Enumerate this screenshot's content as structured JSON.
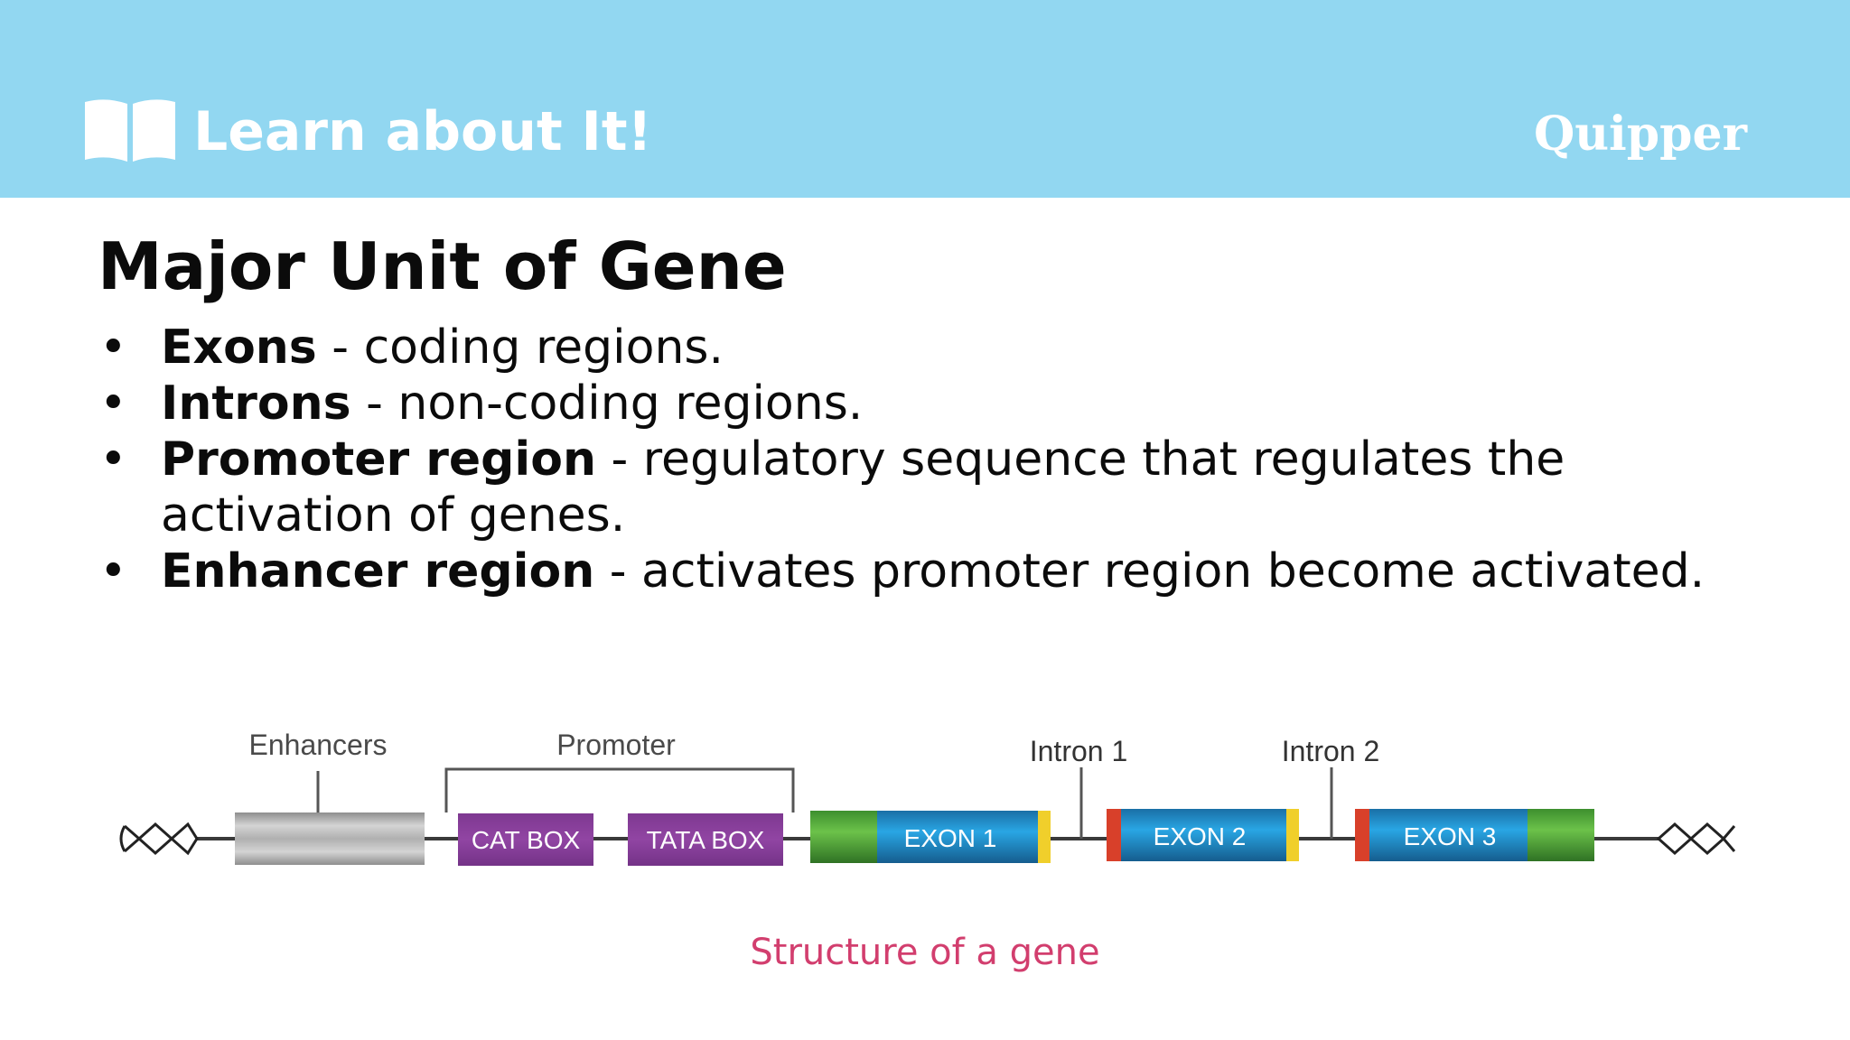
{
  "header": {
    "title": "Learn about It!",
    "brand": "Quipper",
    "icon": "open-book-icon",
    "background": "#92d7f1"
  },
  "slide": {
    "title": "Major Unit of Gene",
    "bullets": [
      {
        "term": "Exons",
        "desc": " - coding regions."
      },
      {
        "term": "Introns",
        "desc": " - non-coding regions."
      },
      {
        "term": "Promoter region",
        "desc": " - regulatory sequence that regulates the activation of genes."
      },
      {
        "term": "Enhancer region",
        "desc": " - activates promoter region become activated."
      }
    ]
  },
  "diagram": {
    "labels": {
      "enhancers": "Enhancers",
      "promoter": "Promoter",
      "intron1": "Intron 1",
      "intron2": "Intron 2"
    },
    "boxes": {
      "cat_box": "CAT BOX",
      "tata_box": "TATA BOX",
      "exon1": "EXON 1",
      "exon2": "EXON 2",
      "exon3": "EXON 3"
    },
    "colors": {
      "promoter_box": "#8a3f98",
      "exon_blue": "#1e8fcf",
      "utr_green": "#4fae3c",
      "cap_red": "#d8402a",
      "cap_yellow": "#f0cf2b",
      "enhancer_gray": "#b3b3b3"
    },
    "caption": "Structure of a gene"
  }
}
